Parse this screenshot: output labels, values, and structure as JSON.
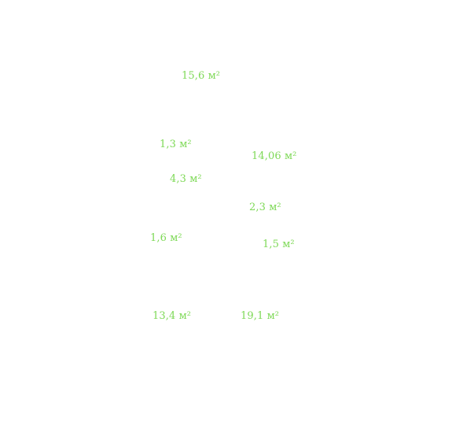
{
  "floor_plan": {
    "room_areas": [
      "15,6 м²",
      "1,3 м²",
      "14,06 м²",
      "4,3 м²",
      "2,3 м²",
      "1,6 м²",
      "1,5 м²",
      "13,4 м²",
      "19,1 м²"
    ],
    "label_color": "#7ed957",
    "background_color": "#ffffff"
  }
}
